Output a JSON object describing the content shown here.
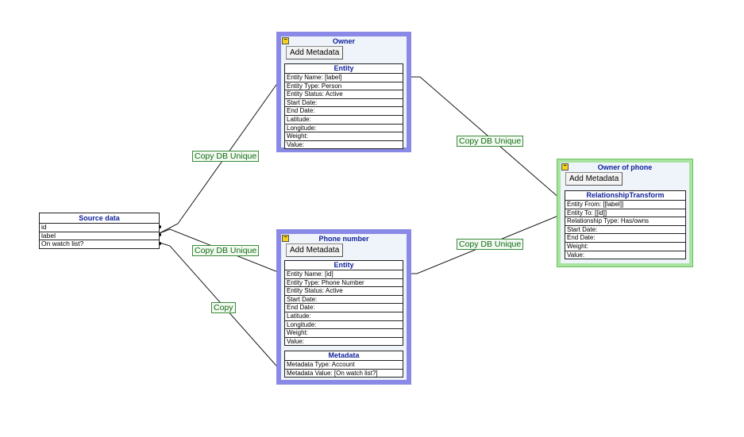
{
  "source_table": {
    "title": "Source data",
    "rows": [
      "id",
      "label",
      "On watch list?"
    ]
  },
  "owner": {
    "title": "Owner",
    "button": "Add Metadata",
    "entity": {
      "title": "Entity",
      "rows": [
        "Entity Name:  [label]",
        "Entity Type:  Person",
        "Entity Status:  Active",
        "Start Date:",
        "End Date:",
        "Latitude:",
        "Longitude:",
        "Weight:",
        "Value:"
      ]
    }
  },
  "phone": {
    "title": "Phone number",
    "button": "Add Metadata",
    "entity": {
      "title": "Entity",
      "rows": [
        "Entity Name:  [id]",
        "Entity Type:  Phone Number",
        "Entity Status:  Active",
        "Start Date:",
        "End Date:",
        "Latitude:",
        "Longitude:",
        "Weight:",
        "Value:"
      ]
    },
    "metadata": {
      "title": "Metadata",
      "rows": [
        "Metadata Type:  Account",
        "Metadata Value:  [On watch list?]"
      ]
    }
  },
  "rel": {
    "title": "Owner of phone",
    "button": "Add Metadata",
    "transform": {
      "title": "RelationshipTransform",
      "rows": [
        "Entity From:  [[label]]",
        "Entity To:  [[id]]",
        "Relationship Type:  Has/owns",
        "Start Date:",
        "End Date:",
        "Weight:",
        "Value:"
      ]
    }
  },
  "edge_labels": {
    "src_owner": "Copy DB Unique",
    "src_phone": "Copy DB Unique",
    "src_meta": "Copy",
    "owner_rel": "Copy DB Unique",
    "phone_rel": "Copy DB Unique"
  },
  "colors": {
    "node_border": "#8a8ae6",
    "node_border_selected": "#a9e3a0",
    "title_text": "#0d1f99",
    "edge_label_text": "#116a11"
  },
  "icons": {
    "collapse": "collapse-icon"
  }
}
